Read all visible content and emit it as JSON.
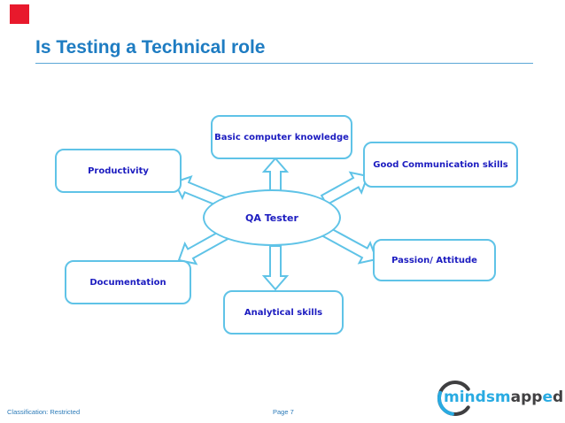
{
  "slide": {
    "title": "Is Testing a Technical role",
    "footer": {
      "classification": "Classification: Restricted",
      "page": "Page 7"
    }
  },
  "diagram": {
    "type": "hub-and-spoke",
    "center": "QA Tester",
    "nodes": [
      {
        "label": "Basic computer knowledge",
        "position": "top-center"
      },
      {
        "label": "Good Communication skills",
        "position": "top-right"
      },
      {
        "label": "Productivity",
        "position": "top-left"
      },
      {
        "label": "Passion/ Attitude",
        "position": "bottom-right"
      },
      {
        "label": "Documentation",
        "position": "bottom-left"
      },
      {
        "label": "Analytical skills",
        "position": "bottom-center"
      }
    ]
  },
  "logo": {
    "name": "mindsmapped",
    "segments": [
      {
        "text": "mindsm",
        "color": "#29abe2"
      },
      {
        "text": "app",
        "color": "#414042"
      },
      {
        "text": "e",
        "color": "#29abe2"
      },
      {
        "text": "d",
        "color": "#414042"
      }
    ]
  },
  "colors": {
    "title_blue": "#1e7cc2",
    "node_border_blue": "#5fc3e7",
    "node_text_blue": "#1c1cc0",
    "footer_blue": "#2b7ab8",
    "corner_red": "#e8192c",
    "logo_blue": "#29abe2",
    "logo_dark": "#414042"
  }
}
